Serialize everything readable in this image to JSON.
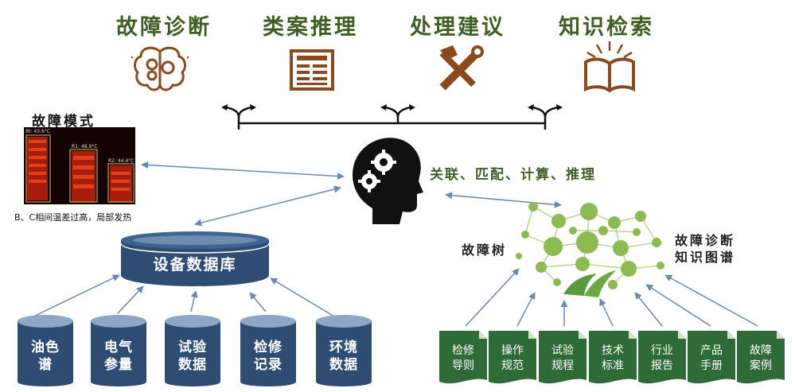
{
  "top_functions": [
    {
      "label": "故障诊断",
      "icon": "brain-gears-icon"
    },
    {
      "label": "类案推理",
      "icon": "newspaper-icon"
    },
    {
      "label": "处理建议",
      "icon": "tools-icon"
    },
    {
      "label": "知识检索",
      "icon": "open-book-icon"
    }
  ],
  "fault_mode": {
    "title": "故障模式",
    "caption": "B、C相间温差过高，局部发热",
    "readings": [
      "Bt: 43.6°C",
      "R1: 48.9°C",
      "R2: 44.4°C"
    ]
  },
  "center": {
    "icon": "head-gears-icon",
    "text": "关联、匹配、计算、推理"
  },
  "database": {
    "label": "设备数据库",
    "sources": [
      "油色\n谱",
      "电气\n参量",
      "试验\n数据",
      "检修\n记录",
      "环境\n数据"
    ]
  },
  "knowledge": {
    "tree_label": "故障树",
    "graph_label": "故障诊断\n知识图谱",
    "documents": [
      "检修\n导则",
      "操作\n规范",
      "试验\n规程",
      "技术\n标准",
      "行业\n报告",
      "产品\n手册",
      "故障\n案例"
    ]
  },
  "colors": {
    "title_green": "#3f5f24",
    "icon_brown": "#8b4a1e",
    "db_blue": "#2f4d73",
    "doc_green": "#2e6b36",
    "node_green": "#8cbb52",
    "arrow_blue": "#6a88b4"
  }
}
